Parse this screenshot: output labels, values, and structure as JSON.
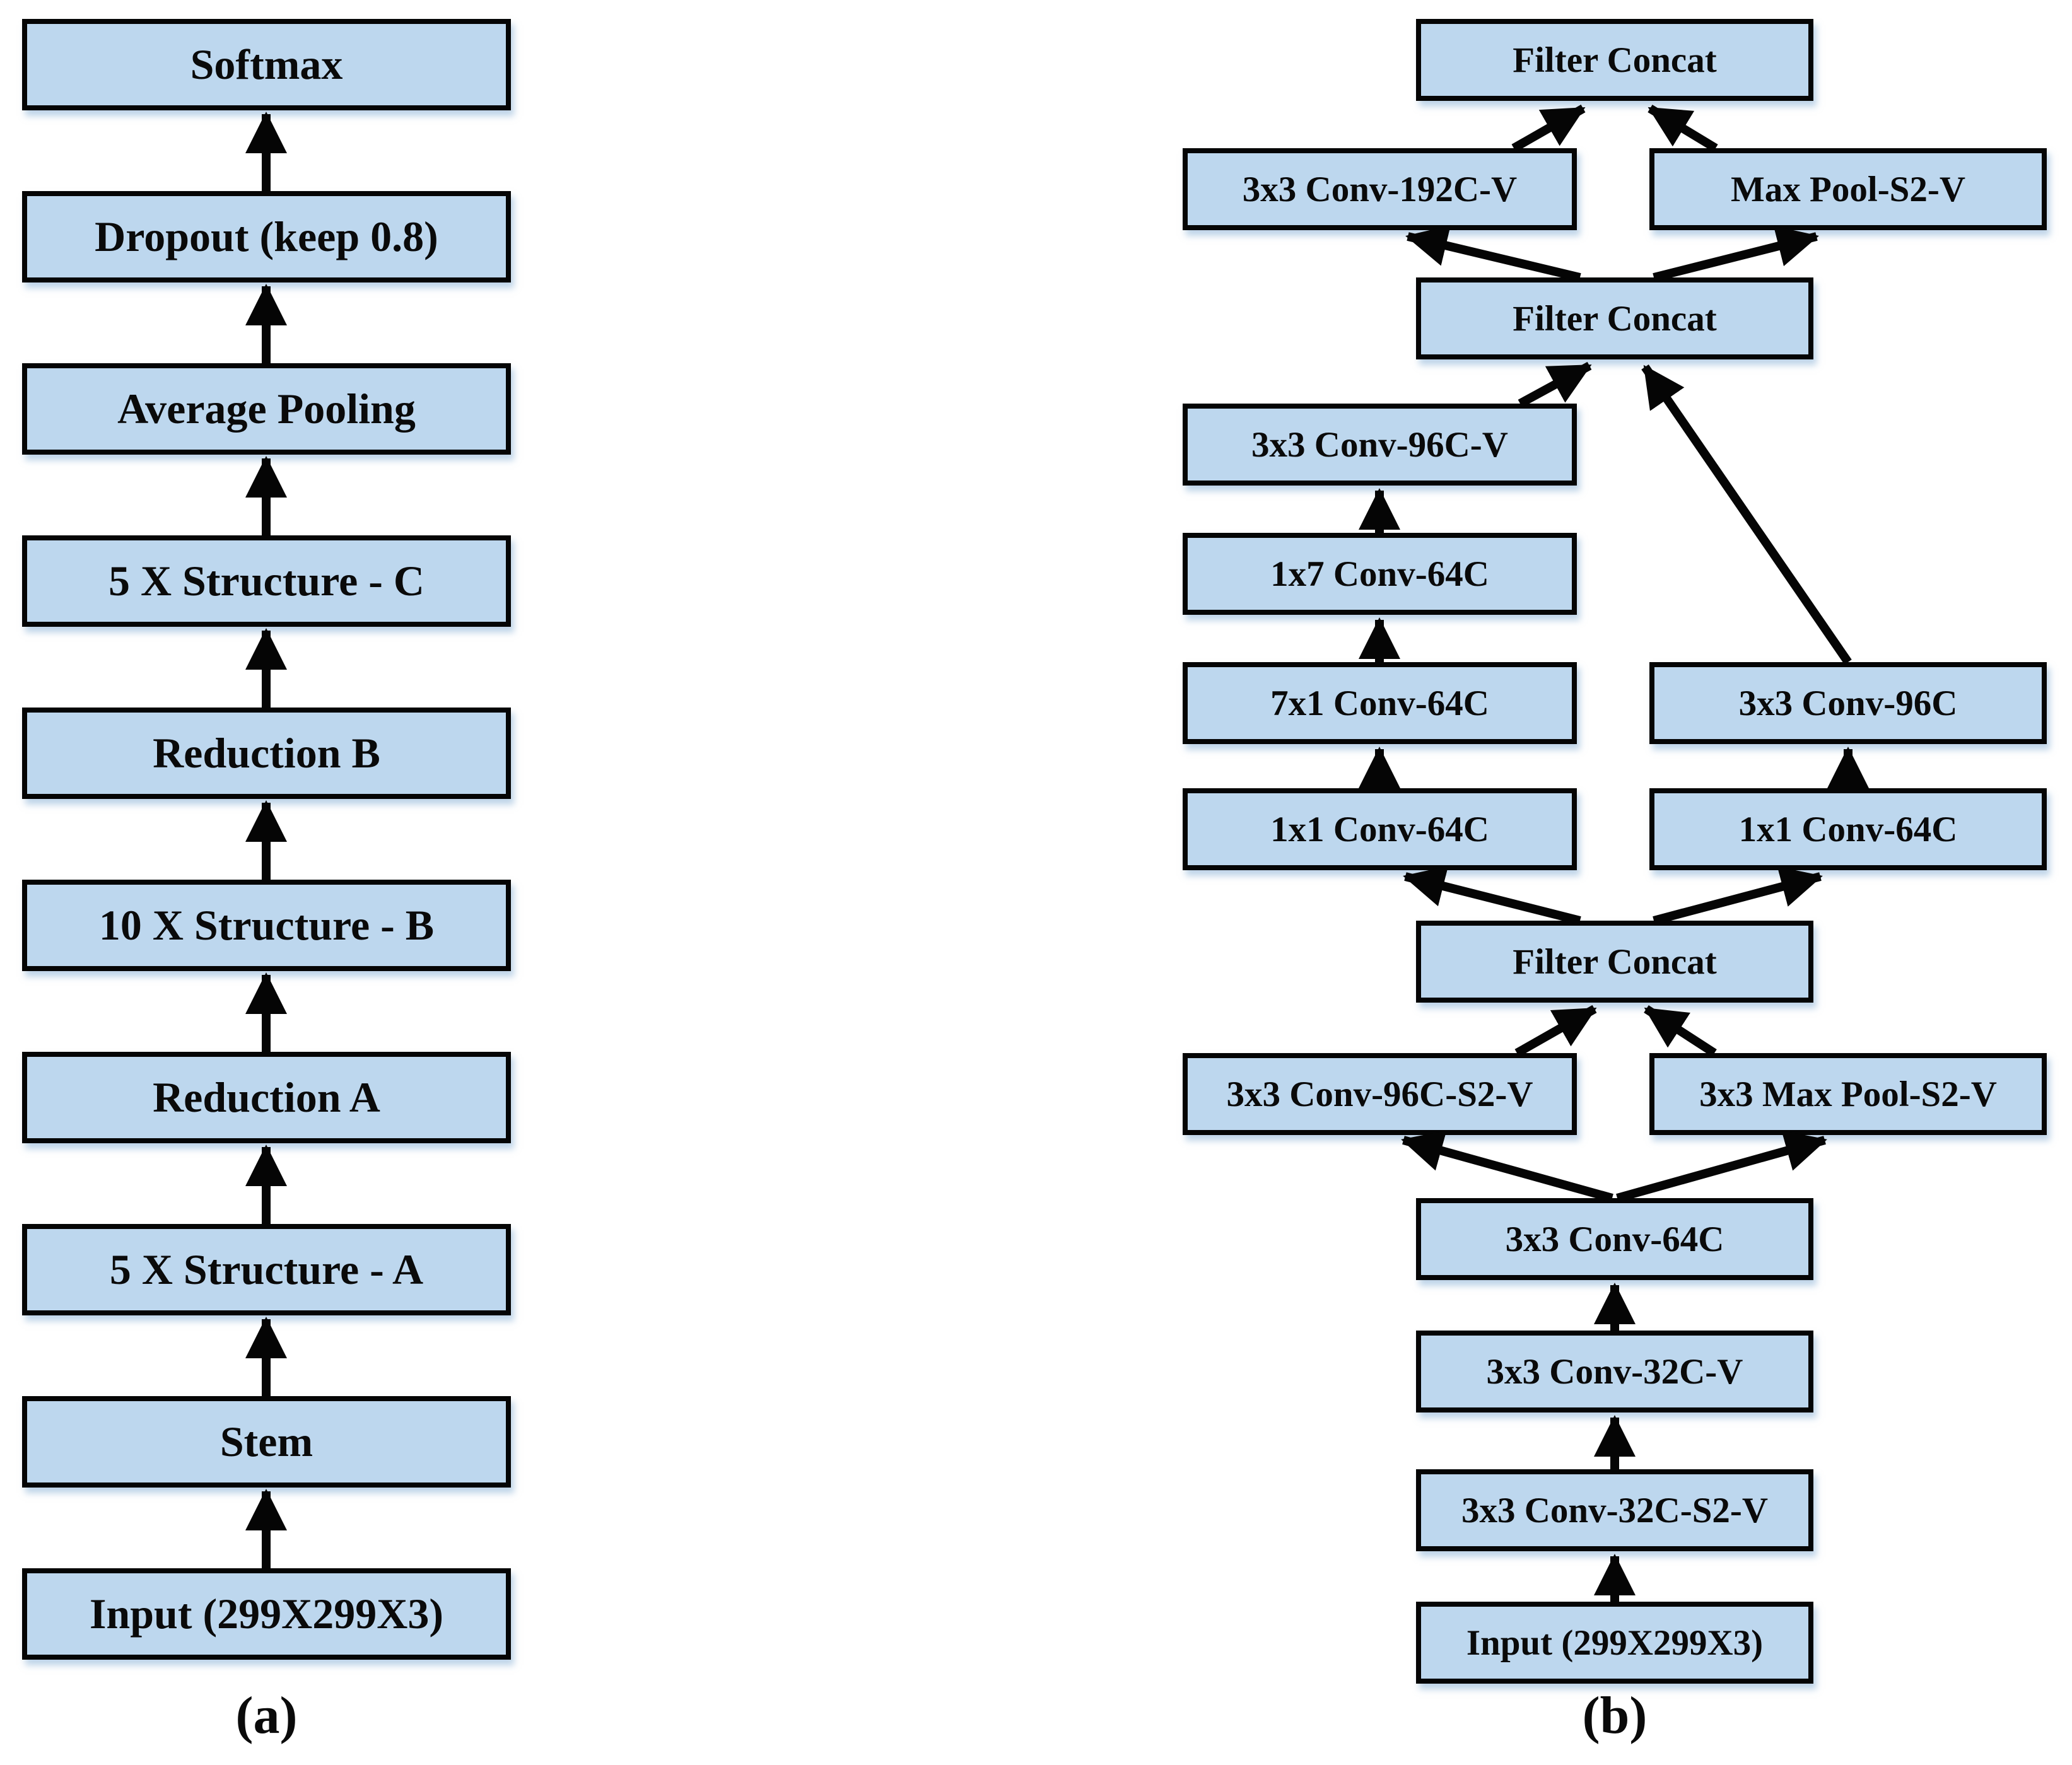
{
  "figure": {
    "colors": {
      "box_fill": "#BDD7EE",
      "box_border": "#000000",
      "arrow": "#000000",
      "background": "#FFFFFF",
      "text": "#000000"
    },
    "panel_a": {
      "caption": "(a)",
      "boxes": [
        {
          "id": "softmax",
          "label": "Softmax"
        },
        {
          "id": "dropout",
          "label": "Dropout (keep 0.8)"
        },
        {
          "id": "average-pooling",
          "label": "Average Pooling"
        },
        {
          "id": "structure-c",
          "label": "5 X Structure - C"
        },
        {
          "id": "reduction-b",
          "label": "Reduction B"
        },
        {
          "id": "structure-b",
          "label": "10 X Structure - B"
        },
        {
          "id": "reduction-a",
          "label": "Reduction A"
        },
        {
          "id": "structure-a",
          "label": "5 X Structure - A"
        },
        {
          "id": "stem",
          "label": "Stem"
        },
        {
          "id": "input",
          "label": "Input (299X299X3)"
        }
      ],
      "edges": [
        {
          "from": "input",
          "to": "stem"
        },
        {
          "from": "stem",
          "to": "structure-a"
        },
        {
          "from": "structure-a",
          "to": "reduction-a"
        },
        {
          "from": "reduction-a",
          "to": "structure-b"
        },
        {
          "from": "structure-b",
          "to": "reduction-b"
        },
        {
          "from": "reduction-b",
          "to": "structure-c"
        },
        {
          "from": "structure-c",
          "to": "average-pooling"
        },
        {
          "from": "average-pooling",
          "to": "dropout"
        },
        {
          "from": "dropout",
          "to": "softmax"
        }
      ]
    },
    "panel_b": {
      "caption": "(b)",
      "boxes": [
        {
          "id": "filter-concat-1",
          "label": "Filter Concat"
        },
        {
          "id": "conv-192c-v",
          "label": "3x3 Conv-192C-V"
        },
        {
          "id": "max-pool-s2-v",
          "label": "Max Pool-S2-V"
        },
        {
          "id": "filter-concat-2",
          "label": "Filter Concat"
        },
        {
          "id": "conv-96c-v",
          "label": "3x3 Conv-96C-V"
        },
        {
          "id": "conv-1x7-64c",
          "label": "1x7 Conv-64C"
        },
        {
          "id": "conv-7x1-64c",
          "label": "7x1 Conv-64C"
        },
        {
          "id": "conv-3x3-96c",
          "label": "3x3 Conv-96C"
        },
        {
          "id": "conv-1x1-64c-left",
          "label": "1x1 Conv-64C"
        },
        {
          "id": "conv-1x1-64c-right",
          "label": "1x1 Conv-64C"
        },
        {
          "id": "filter-concat-3",
          "label": "Filter Concat"
        },
        {
          "id": "conv-96c-s2-v",
          "label": "3x3 Conv-96C-S2-V"
        },
        {
          "id": "max-pool-3x3-s2-v",
          "label": "3x3 Max Pool-S2-V"
        },
        {
          "id": "conv-64c",
          "label": "3x3 Conv-64C"
        },
        {
          "id": "conv-32c-v",
          "label": "3x3 Conv-32C-V"
        },
        {
          "id": "conv-32c-s2-v",
          "label": "3x3 Conv-32C-S2-V"
        },
        {
          "id": "input",
          "label": "Input (299X299X3)"
        }
      ],
      "edges": [
        {
          "from": "input",
          "to": "conv-32c-s2-v"
        },
        {
          "from": "conv-32c-s2-v",
          "to": "conv-32c-v"
        },
        {
          "from": "conv-32c-v",
          "to": "conv-64c"
        },
        {
          "from": "conv-64c",
          "to": "conv-96c-s2-v"
        },
        {
          "from": "conv-64c",
          "to": "max-pool-3x3-s2-v"
        },
        {
          "from": "conv-96c-s2-v",
          "to": "filter-concat-3"
        },
        {
          "from": "max-pool-3x3-s2-v",
          "to": "filter-concat-3"
        },
        {
          "from": "filter-concat-3",
          "to": "conv-1x1-64c-left"
        },
        {
          "from": "filter-concat-3",
          "to": "conv-1x1-64c-right"
        },
        {
          "from": "conv-1x1-64c-left",
          "to": "conv-7x1-64c"
        },
        {
          "from": "conv-7x1-64c",
          "to": "conv-1x7-64c"
        },
        {
          "from": "conv-1x7-64c",
          "to": "conv-96c-v"
        },
        {
          "from": "conv-1x1-64c-right",
          "to": "conv-3x3-96c"
        },
        {
          "from": "conv-96c-v",
          "to": "filter-concat-2"
        },
        {
          "from": "conv-3x3-96c",
          "to": "filter-concat-2"
        },
        {
          "from": "filter-concat-2",
          "to": "conv-192c-v"
        },
        {
          "from": "filter-concat-2",
          "to": "max-pool-s2-v"
        },
        {
          "from": "conv-192c-v",
          "to": "filter-concat-1"
        },
        {
          "from": "max-pool-s2-v",
          "to": "filter-concat-1"
        }
      ]
    }
  }
}
